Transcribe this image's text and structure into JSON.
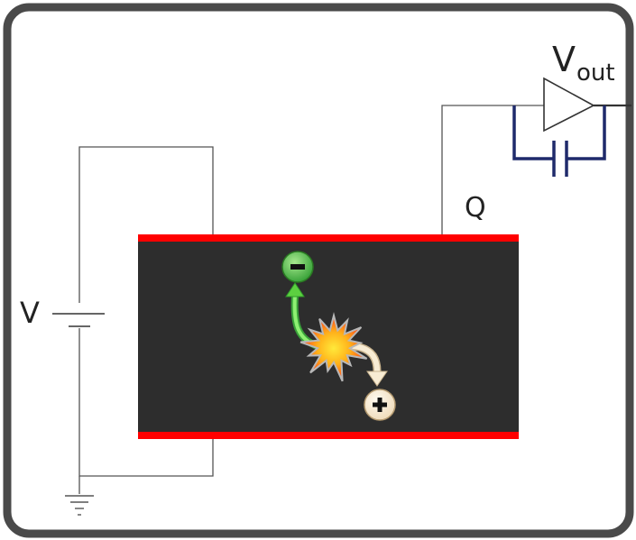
{
  "labels": {
    "voltage": "V",
    "charge": "Q",
    "vout_main": "V",
    "vout_sub": "out",
    "electron_sign": "−",
    "hole_sign": "+"
  },
  "colors": {
    "frame_border": "#4a4a4a",
    "detector_body": "#2d2d2d",
    "electrodes": "#ff0000",
    "feedback_capacitor": "#1f2a6b",
    "electron_fill": "#5cbf4a",
    "hole_fill": "#f5e8d0",
    "electron_arrow": "#5cd040",
    "hole_arrow": "#f8ecd4",
    "burst_outer": "#ff2a1a",
    "burst_inner": "#ffd21a",
    "wire": "#444444"
  },
  "icons": {
    "battery": "battery-symbol-icon",
    "ground": "ground-symbol-icon",
    "amplifier": "amplifier-triangle-icon",
    "capacitor": "capacitor-symbol-icon",
    "burst": "ionization-burst-icon",
    "electron": "electron-icon",
    "hole": "hole-icon"
  }
}
